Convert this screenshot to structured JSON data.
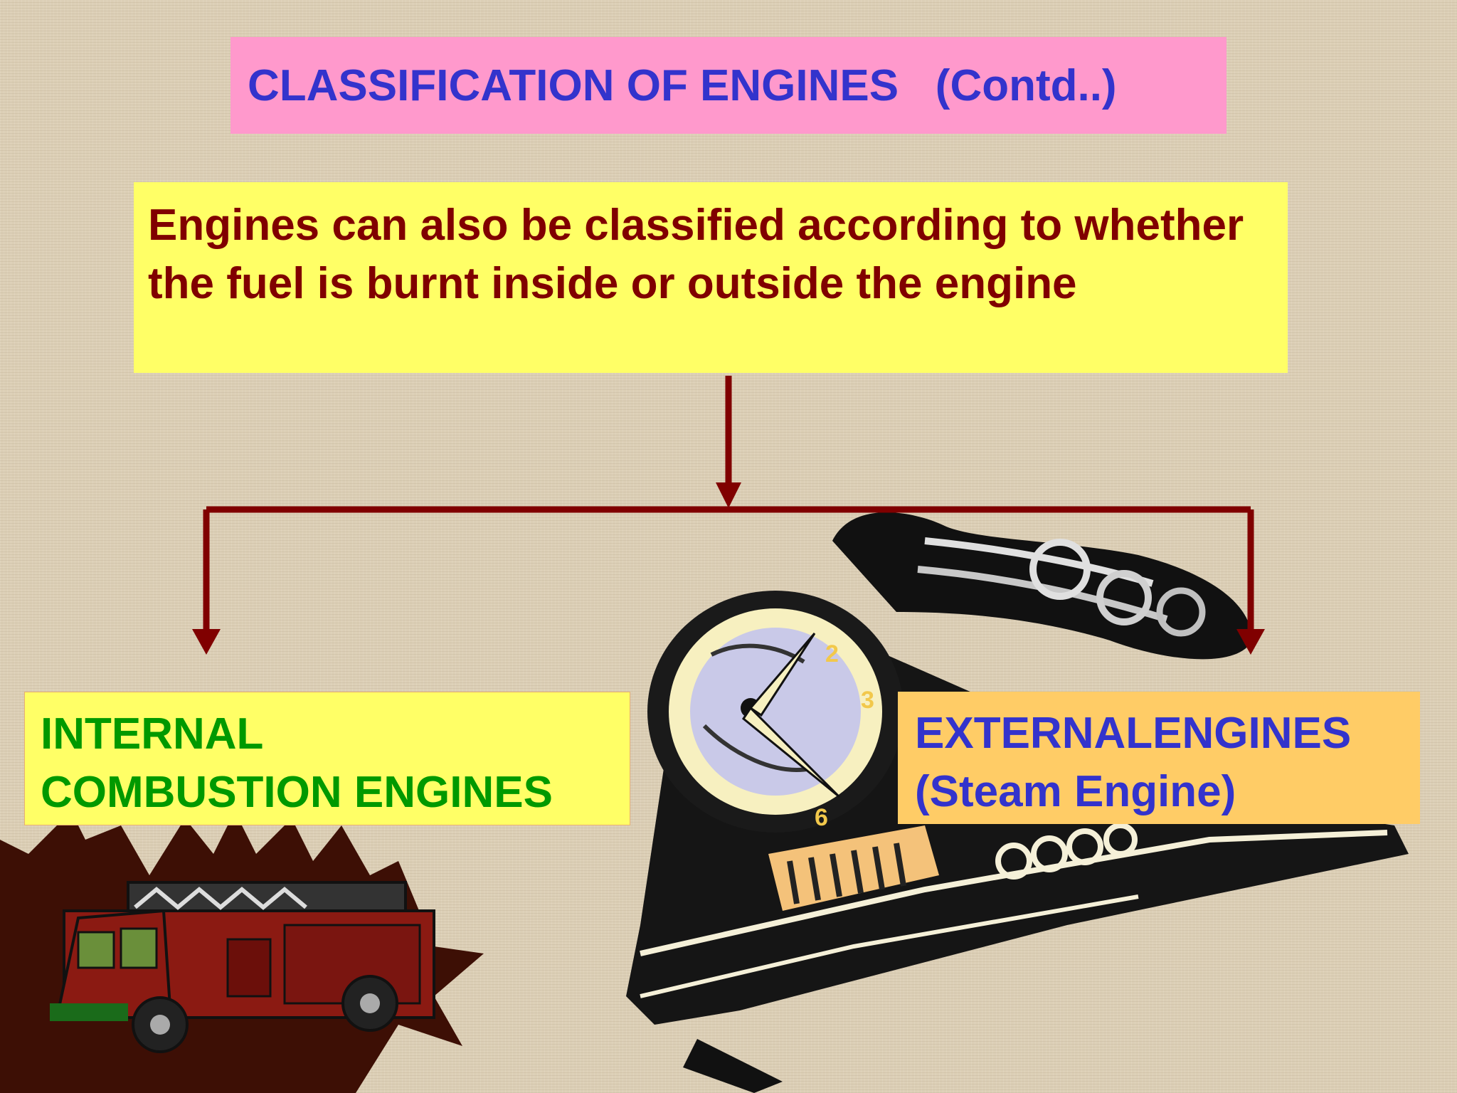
{
  "title": {
    "main": "CLASSIFICATION OF ENGINES",
    "suffix": "(Contd..)"
  },
  "description": "Engines can also be classified according to whether the fuel is burnt inside or outside the engine",
  "branches": {
    "internal": {
      "line1": "INTERNAL",
      "line2": "COMBUSTION ENGINES"
    },
    "external": {
      "line1": "EXTERNALENGINES",
      "line2": "(Steam Engine)"
    }
  },
  "clipart": {
    "fire_truck": "fire-truck-clipart",
    "steam_train": "steam-locomotive-clipart",
    "gauge_numbers": [
      "2",
      "3",
      "6"
    ]
  },
  "colors": {
    "arrow": "#800000",
    "title_bg": "#ff99cc",
    "title_text": "#3333cc",
    "desc_bg": "#ffff66",
    "desc_text": "#800000",
    "internal_text": "#009900",
    "external_bg": "#ffcc66"
  }
}
